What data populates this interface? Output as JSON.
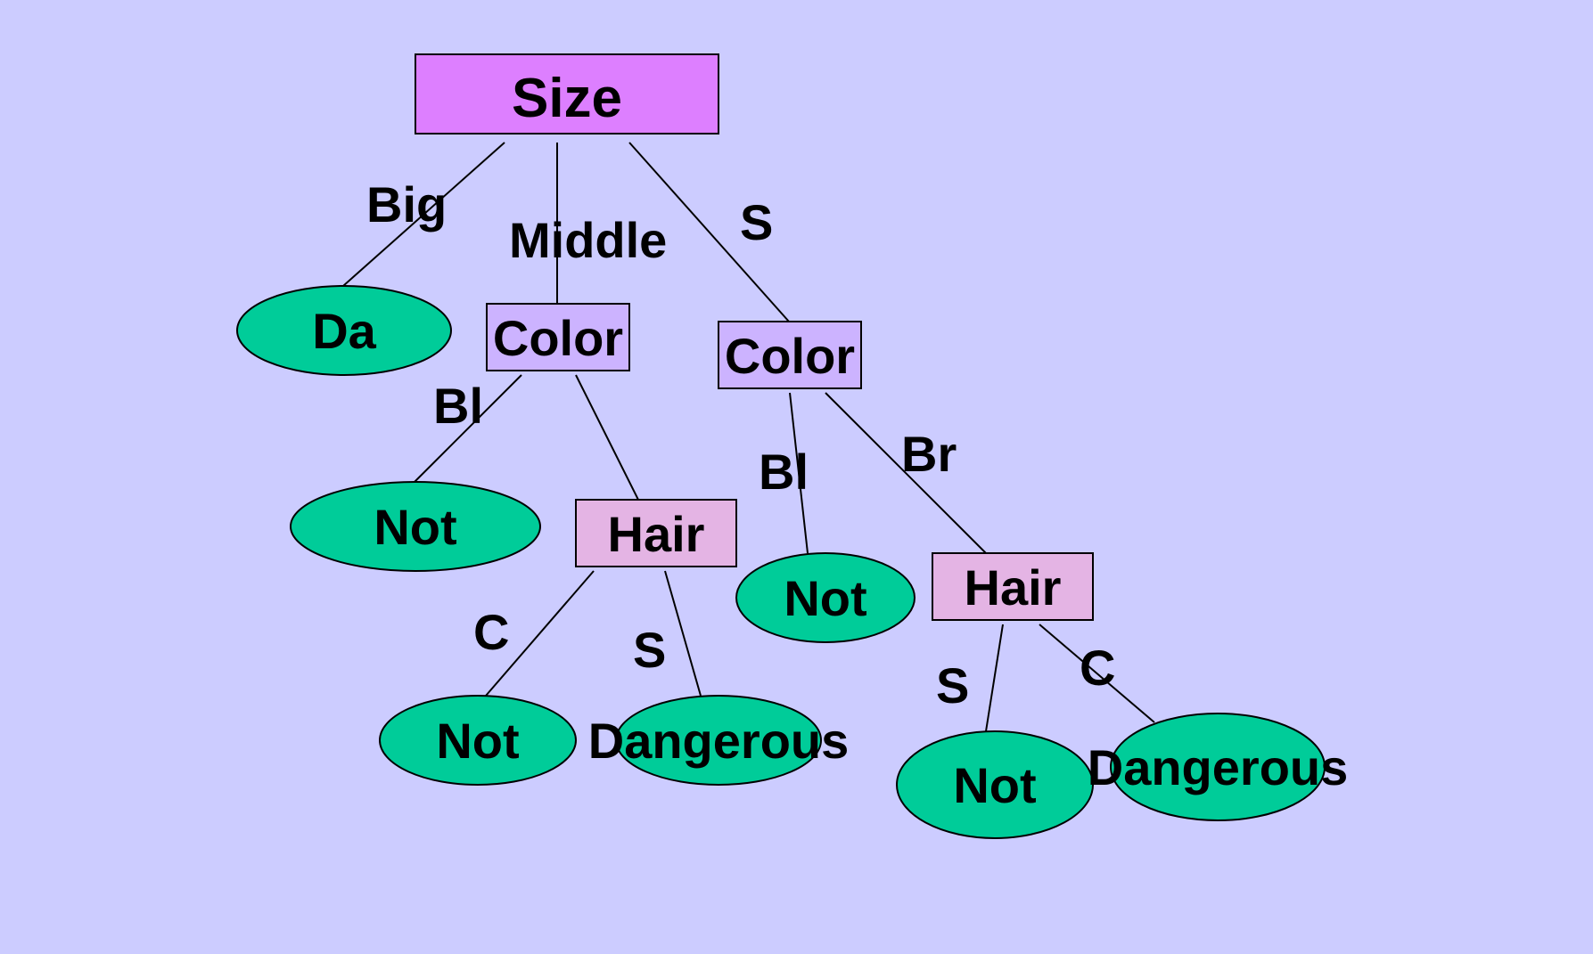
{
  "diagram": {
    "colors": {
      "background": "#ccccff",
      "root_fill": "#dd7fff",
      "color_node_fill": "#ccb3ff",
      "hair_node_fill": "#e4b4e4",
      "leaf_fill": "#00cc99",
      "stroke": "#000000"
    },
    "nodes": {
      "root": "Size",
      "leaf_da": "Da",
      "color_middle": "Color",
      "color_small": "Color",
      "leaf_not_1": "Not",
      "hair_middle": "Hair",
      "leaf_not_2": "Not",
      "leaf_not_3": "Not",
      "leaf_dangerous_1": "Dangerous",
      "hair_small": "Hair",
      "leaf_not_4": "Not",
      "leaf_dangerous_2": "Dangerous"
    },
    "edges": {
      "big": "Big",
      "middle": "Middle",
      "small": "S",
      "bl_1": "Bl",
      "bl_2": "Bl",
      "br": "Br",
      "c_1": "C",
      "s_1": "S",
      "s_2": "S",
      "c_2": "C"
    }
  }
}
